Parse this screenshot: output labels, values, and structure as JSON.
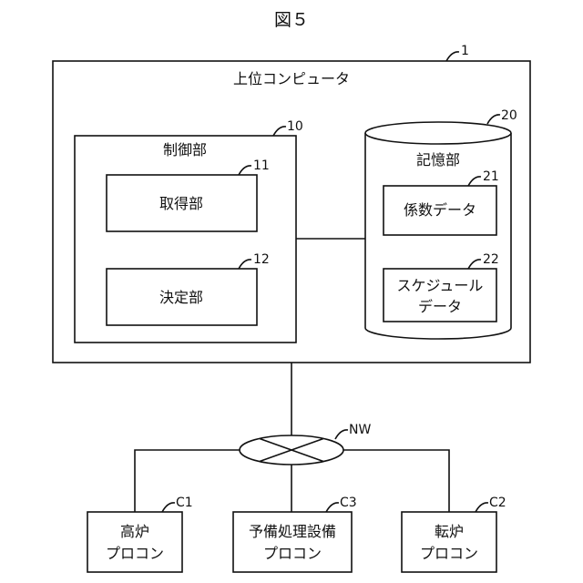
{
  "figure_title": "図５",
  "host": {
    "label": "上位コンピュータ",
    "ref": "1"
  },
  "control": {
    "label": "制御部",
    "ref": "10"
  },
  "acquire": {
    "label": "取得部",
    "ref": "11"
  },
  "decide": {
    "label": "決定部",
    "ref": "12"
  },
  "storage": {
    "label": "記憶部",
    "ref": "20"
  },
  "coef_data": {
    "label": "係数データ",
    "ref": "21"
  },
  "schedule_data": {
    "label_line1": "スケジュール",
    "label_line2": "データ",
    "ref": "22"
  },
  "network": {
    "ref": "NW"
  },
  "blast_furnace": {
    "label_line1": "高炉",
    "label_line2": "プロコン",
    "ref": "C1"
  },
  "pretreat": {
    "label_line1": "予備処理設備",
    "label_line2": "プロコン",
    "ref": "C3"
  },
  "converter": {
    "label_line1": "転炉",
    "label_line2": "プロコン",
    "ref": "C2"
  }
}
